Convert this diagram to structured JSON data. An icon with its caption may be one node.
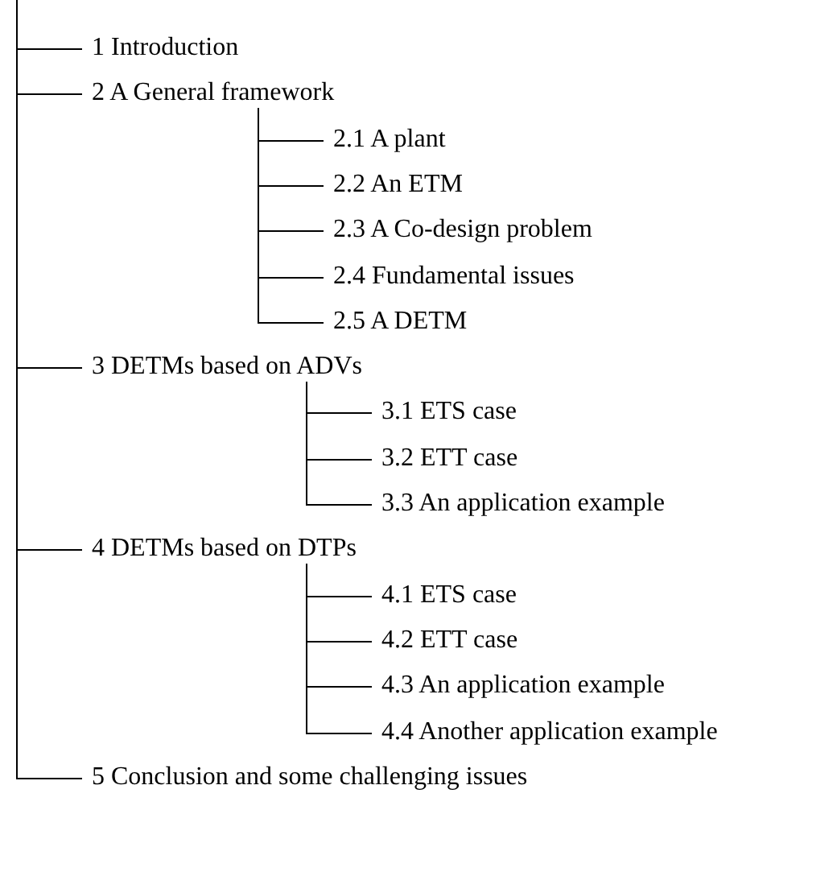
{
  "diagram": {
    "nodes": [
      {
        "text": [
          "1 Introduction"
        ]
      },
      {
        "text": [
          "2 A General framework"
        ]
      },
      {
        "text": [
          "2.1 A plant"
        ]
      },
      {
        "text": [
          "2.2 An ETM"
        ]
      },
      {
        "text": [
          "2.3 A Co-design problem"
        ]
      },
      {
        "text": [
          "2.4 Fundamental issues"
        ]
      },
      {
        "text": [
          "2.5 A DETM"
        ]
      },
      {
        "text": [
          "3 DETMs based on ADVs"
        ]
      },
      {
        "text": [
          "3.1 ETS case"
        ]
      },
      {
        "text": [
          "3.2 ETT case"
        ]
      },
      {
        "text": [
          "3.3 An application example"
        ]
      },
      {
        "text": [
          "4 DETMs based on DTPs"
        ]
      },
      {
        "text": [
          "4.1 ETS case"
        ]
      },
      {
        "text": [
          "4.2 ETT case"
        ]
      },
      {
        "text": [
          "4.3 An application example"
        ]
      },
      {
        "text": [
          "4.4 Another application example"
        ]
      },
      {
        "text": [
          "5 Conclusion and some challenging issues"
        ]
      }
    ],
    "edges": [
      {
        "from": null,
        "to": 0,
        "arrow": "none"
      },
      {
        "from": null,
        "to": 1,
        "arrow": "none"
      },
      {
        "from": 1,
        "to": 2,
        "arrow": "none"
      },
      {
        "from": 1,
        "to": 3,
        "arrow": "none"
      },
      {
        "from": 1,
        "to": 4,
        "arrow": "none"
      },
      {
        "from": 1,
        "to": 5,
        "arrow": "none"
      },
      {
        "from": 1,
        "to": 6,
        "arrow": "none"
      },
      {
        "from": null,
        "to": 7,
        "arrow": "none"
      },
      {
        "from": 7,
        "to": 8,
        "arrow": "none"
      },
      {
        "from": 7,
        "to": 9,
        "arrow": "none"
      },
      {
        "from": 7,
        "to": 10,
        "arrow": "none"
      },
      {
        "from": null,
        "to": 11,
        "arrow": "none"
      },
      {
        "from": 11,
        "to": 12,
        "arrow": "none"
      },
      {
        "from": 11,
        "to": 13,
        "arrow": "none"
      },
      {
        "from": 11,
        "to": 14,
        "arrow": "none"
      },
      {
        "from": 11,
        "to": 15,
        "arrow": "none"
      },
      {
        "from": null,
        "to": 16,
        "arrow": "none"
      }
    ]
  }
}
